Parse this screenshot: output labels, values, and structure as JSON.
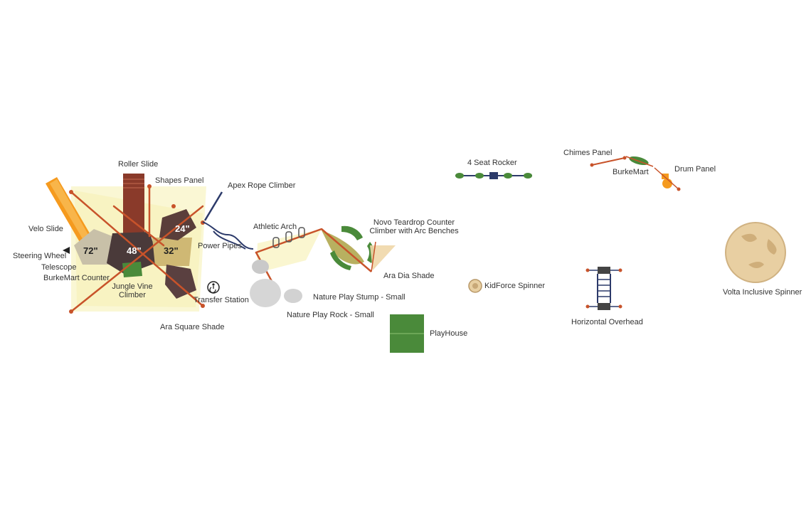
{
  "colors": {
    "shade_yellow": "#f7f2b8",
    "post_orange": "#c8532a",
    "slide_orange": "#f59a1e",
    "roller_brown": "#8a3a2a",
    "deck_dark": "#4a3a3a",
    "deck_tan": "#cfb874",
    "green_panel": "#4a8a3a",
    "navy_steel": "#2c3a6a",
    "rock_gray": "#d2d2d2",
    "spinner_tan": "#e8cfa2",
    "sail_tan": "#f0d7a8"
  },
  "decks": {
    "deck_72": "72\"",
    "deck_48": "48\"",
    "deck_32": "32\"",
    "deck_24": "24\""
  },
  "labels": {
    "roller_slide": "Roller Slide",
    "shapes_panel": "Shapes Panel",
    "apex_rope_climber": "Apex Rope Climber",
    "velo_slide": "Velo Slide",
    "steering_wheel": "Steering Wheel",
    "telescope": "Telescope",
    "burkemart_counter": "BurkeMart Counter",
    "jungle_vine_climber_1": "Jungle Vine",
    "jungle_vine_climber_2": "Climber",
    "power_pipes": "Power Pipes",
    "transfer_station": "Transfer Station",
    "ara_square_shade": "Ara Square Shade",
    "athletic_arch": "Athletic Arch",
    "novo_teardrop_1": "Novo Teardrop Counter",
    "novo_teardrop_2": "Climber with Arc Benches",
    "ara_dia_shade": "Ara Dia Shade",
    "nature_play_stump": "Nature Play Stump - Small",
    "nature_play_rock": "Nature Play Rock - Small",
    "playhouse": "PlayHouse",
    "four_seat_rocker": "4 Seat Rocker",
    "chimes_panel": "Chimes Panel",
    "burkemart": "BurkeMart",
    "drum_panel": "Drum Panel",
    "kidforce_spinner": "KidForce Spinner",
    "horizontal_overhead": "Horizontal Overhead",
    "volta_inclusive_spinner": "Volta Inclusive Spinner"
  },
  "icons": {
    "accessibility": "wheelchair-icon"
  }
}
